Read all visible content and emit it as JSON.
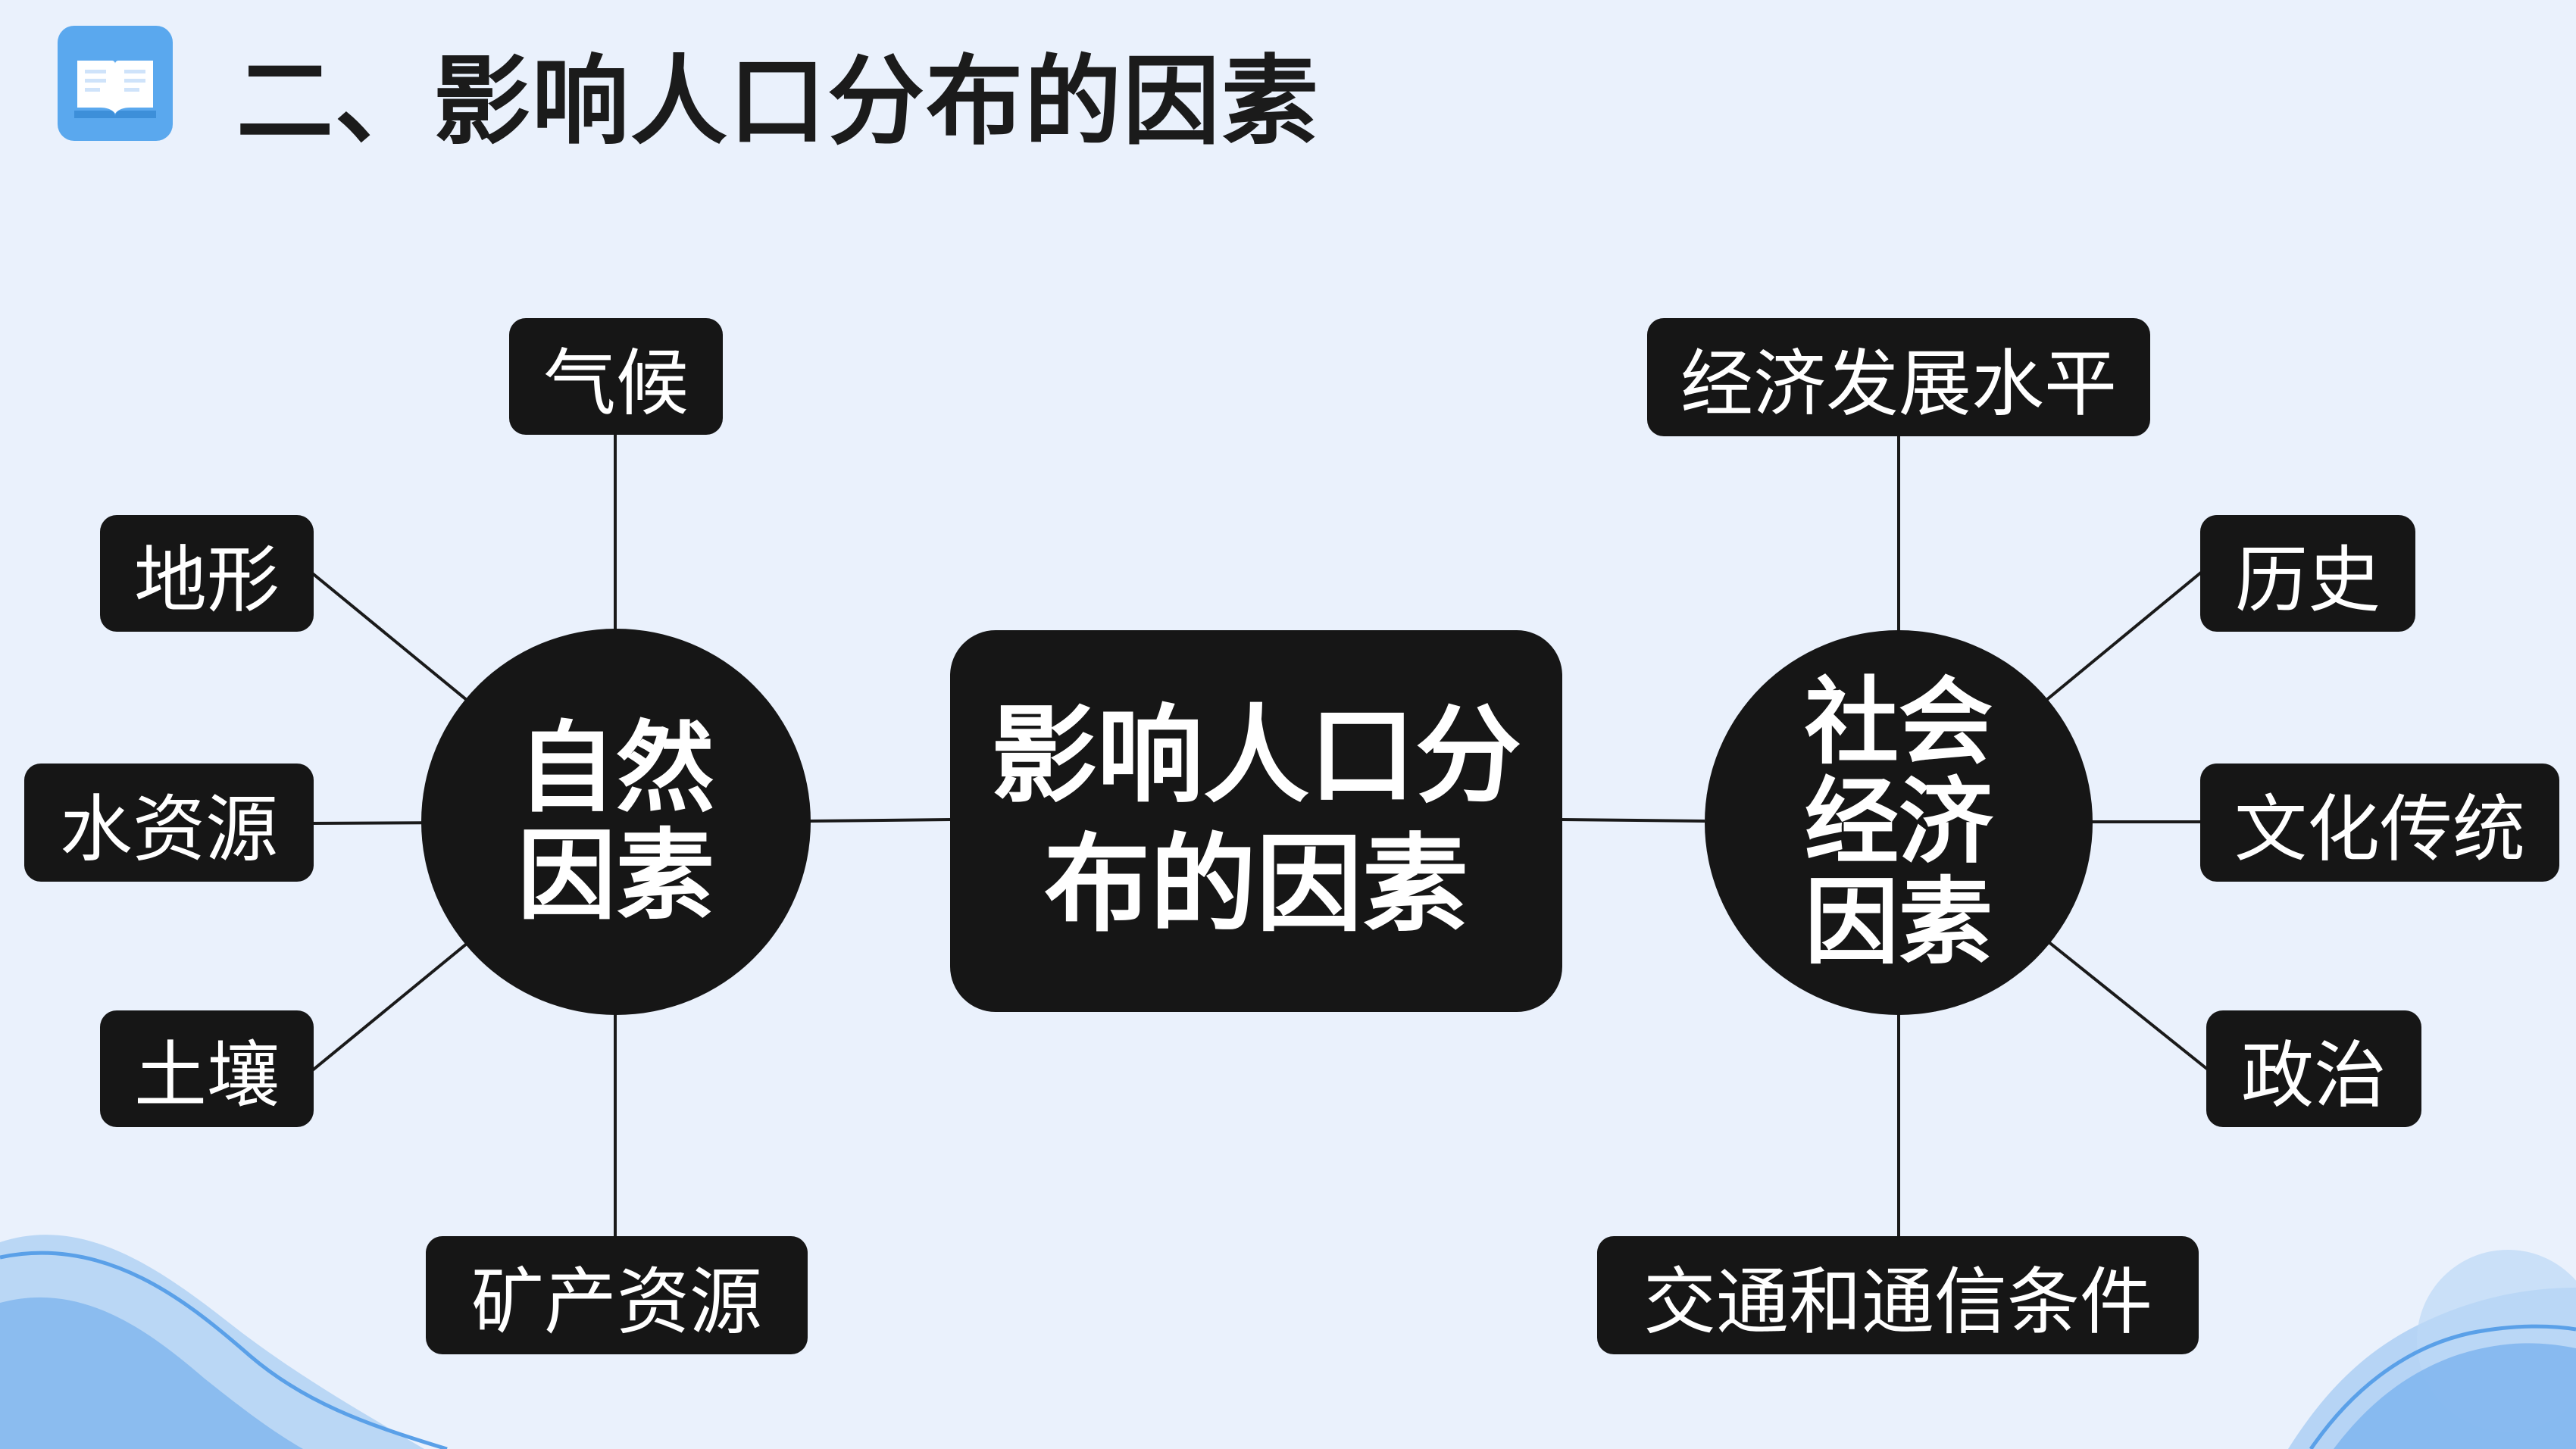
{
  "title": "二、影响人口分布的因素",
  "diagram": {
    "center": "影响人口分布的因素",
    "natural": {
      "hub": "自然\n因素",
      "factors": {
        "climate": "气候",
        "terrain": "地形",
        "water": "水资源",
        "soil": "土壤",
        "minerals": "矿产资源"
      }
    },
    "socioeconomic": {
      "hub": "社会\n经济\n因素",
      "factors": {
        "economy": "经济发展水平",
        "history": "历史",
        "culture": "文化传统",
        "politics": "政治",
        "transport": "交通和通信条件"
      }
    }
  },
  "colors": {
    "background": "#eaf1fc",
    "node": "#161616",
    "node_text": "#ffffff",
    "title_text": "#1b1b1b",
    "accent": "#5aa8ee"
  },
  "icons": {
    "title": "book-icon"
  }
}
